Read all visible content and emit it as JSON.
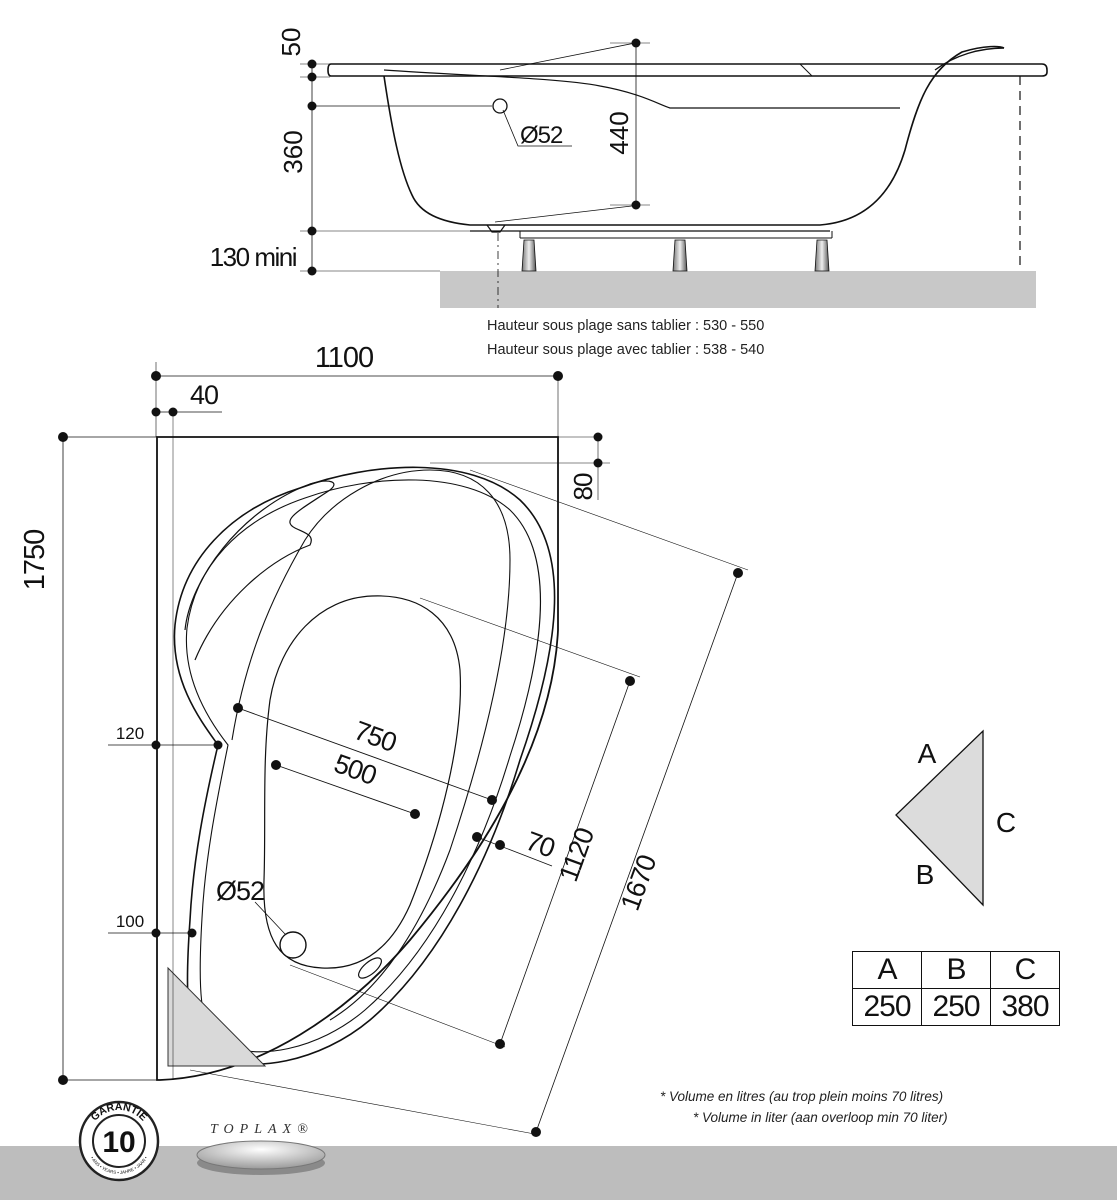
{
  "side_view": {
    "dim_top": "50",
    "dim_depth": "360",
    "dim_total": "440",
    "dim_legs": "130 mini",
    "drain": "Ø52"
  },
  "notes": {
    "height_without_panel": "Hauteur sous plage sans tablier : 530 - 550",
    "height_with_panel": "Hauteur sous plage avec tablier : 538 - 540"
  },
  "top_view": {
    "width": "1100",
    "rim": "40",
    "length": "1750",
    "top_offset": "80",
    "inner_width": "750",
    "bottom_width": "500",
    "wall": "70",
    "inner_length": "1120",
    "outer_length": "1670",
    "offset_120": "120",
    "offset_100": "100",
    "drain": "Ø52"
  },
  "triangle_labels": {
    "a": "A",
    "b": "B",
    "c": "C"
  },
  "volume_table": {
    "headers": [
      "A",
      "B",
      "C"
    ],
    "values": [
      "250",
      "250",
      "380"
    ]
  },
  "footnotes": {
    "fr": "* Volume en litres (au trop plein moins 70 litres)",
    "nl": "* Volume in liter (aan overloop min 70 liter)"
  },
  "badge": {
    "garantie": "GARANTIE",
    "years": "10",
    "ring": "• ANS • YEARS • JAHRE • JAAR •"
  },
  "brand": "TOPLAX®",
  "colors": {
    "line": "#111111",
    "floor": "#c8c8c8",
    "footer": "#bdbdbd",
    "tint": "#d9d9d9"
  }
}
